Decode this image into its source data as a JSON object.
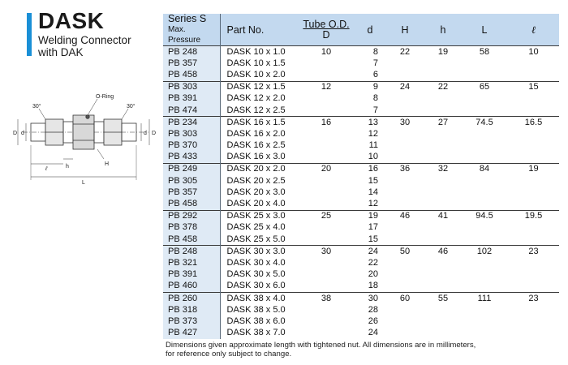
{
  "header": {
    "title": "DASK",
    "subtitle_line1": "Welding Connector",
    "subtitle_line2": "with DAK",
    "accent_color": "#1a8fd6"
  },
  "drawing": {
    "labels": {
      "oring": "O-Ring",
      "angle_left": "30°",
      "angle_right": "30°",
      "D_left": "D",
      "d_left": "d",
      "d_right": "d",
      "D_right": "D",
      "ell": "ℓ",
      "h": "h",
      "H": "H",
      "L": "L"
    }
  },
  "table": {
    "headers": {
      "series": "Series S",
      "series_sub": "Max. Pressure",
      "part": "Part No.",
      "tube_od": "Tube O.D.",
      "tube_od_sub": "D",
      "d": "d",
      "H": "H",
      "h": "h",
      "L": "L",
      "ell": "ℓ"
    },
    "header_bg": "#c3d9ef",
    "series_bg": "#dfeaf5",
    "rows": [
      {
        "series": "PB 248",
        "part": "DASK 10 x 1.0",
        "tod": "10",
        "d": "8",
        "H": "22",
        "h": "19",
        "L": "58",
        "ell": "10",
        "group_start": true
      },
      {
        "series": "PB 357",
        "part": "DASK 10 x 1.5",
        "tod": "",
        "d": "7",
        "H": "",
        "h": "",
        "L": "",
        "ell": ""
      },
      {
        "series": "PB 458",
        "part": "DASK 10 x 2.0",
        "tod": "",
        "d": "6",
        "H": "",
        "h": "",
        "L": "",
        "ell": ""
      },
      {
        "series": "PB 303",
        "part": "DASK 12 x 1.5",
        "tod": "12",
        "d": "9",
        "H": "24",
        "h": "22",
        "L": "65",
        "ell": "15",
        "group_start": true
      },
      {
        "series": "PB 391",
        "part": "DASK 12 x 2.0",
        "tod": "",
        "d": "8",
        "H": "",
        "h": "",
        "L": "",
        "ell": ""
      },
      {
        "series": "PB 474",
        "part": "DASK 12 x 2.5",
        "tod": "",
        "d": "7",
        "H": "",
        "h": "",
        "L": "",
        "ell": ""
      },
      {
        "series": "PB 234",
        "part": "DASK 16 x 1.5",
        "tod": "16",
        "d": "13",
        "H": "30",
        "h": "27",
        "L": "74.5",
        "ell": "16.5",
        "group_start": true
      },
      {
        "series": "PB 303",
        "part": "DASK 16 x 2.0",
        "tod": "",
        "d": "12",
        "H": "",
        "h": "",
        "L": "",
        "ell": ""
      },
      {
        "series": "PB 370",
        "part": "DASK 16 x 2.5",
        "tod": "",
        "d": "11",
        "H": "",
        "h": "",
        "L": "",
        "ell": ""
      },
      {
        "series": "PB 433",
        "part": "DASK 16 x 3.0",
        "tod": "",
        "d": "10",
        "H": "",
        "h": "",
        "L": "",
        "ell": ""
      },
      {
        "series": "PB 249",
        "part": "DASK 20 x 2.0",
        "tod": "20",
        "d": "16",
        "H": "36",
        "h": "32",
        "L": "84",
        "ell": "19",
        "group_start": true
      },
      {
        "series": "PB 305",
        "part": "DASK 20 x 2.5",
        "tod": "",
        "d": "15",
        "H": "",
        "h": "",
        "L": "",
        "ell": ""
      },
      {
        "series": "PB 357",
        "part": "DASK 20 x 3.0",
        "tod": "",
        "d": "14",
        "H": "",
        "h": "",
        "L": "",
        "ell": ""
      },
      {
        "series": "PB 458",
        "part": "DASK 20 x 4.0",
        "tod": "",
        "d": "12",
        "H": "",
        "h": "",
        "L": "",
        "ell": ""
      },
      {
        "series": "PB 292",
        "part": "DASK 25 x 3.0",
        "tod": "25",
        "d": "19",
        "H": "46",
        "h": "41",
        "L": "94.5",
        "ell": "19.5",
        "group_start": true
      },
      {
        "series": "PB 378",
        "part": "DASK 25 x 4.0",
        "tod": "",
        "d": "17",
        "H": "",
        "h": "",
        "L": "",
        "ell": ""
      },
      {
        "series": "PB 458",
        "part": "DASK 25 x 5.0",
        "tod": "",
        "d": "15",
        "H": "",
        "h": "",
        "L": "",
        "ell": ""
      },
      {
        "series": "PB 248",
        "part": "DASK 30 x 3.0",
        "tod": "30",
        "d": "24",
        "H": "50",
        "h": "46",
        "L": "102",
        "ell": "23",
        "group_start": true
      },
      {
        "series": "PB 321",
        "part": "DASK 30 x 4.0",
        "tod": "",
        "d": "22",
        "H": "",
        "h": "",
        "L": "",
        "ell": ""
      },
      {
        "series": "PB 391",
        "part": "DASK 30 x 5.0",
        "tod": "",
        "d": "20",
        "H": "",
        "h": "",
        "L": "",
        "ell": ""
      },
      {
        "series": "PB 460",
        "part": "DASK 30 x 6.0",
        "tod": "",
        "d": "18",
        "H": "",
        "h": "",
        "L": "",
        "ell": ""
      },
      {
        "series": "PB 260",
        "part": "DASK 38 x 4.0",
        "tod": "38",
        "d": "30",
        "H": "60",
        "h": "55",
        "L": "111",
        "ell": "23",
        "group_start": true
      },
      {
        "series": "PB 318",
        "part": "DASK 38 x 5.0",
        "tod": "",
        "d": "28",
        "H": "",
        "h": "",
        "L": "",
        "ell": ""
      },
      {
        "series": "PB 373",
        "part": "DASK 38 x 6.0",
        "tod": "",
        "d": "26",
        "H": "",
        "h": "",
        "L": "",
        "ell": ""
      },
      {
        "series": "PB 427",
        "part": "DASK 38 x 7.0",
        "tod": "",
        "d": "24",
        "H": "",
        "h": "",
        "L": "",
        "ell": ""
      }
    ]
  },
  "footnote": {
    "line1": "Dimensions given approximate length with tightened nut. All dimensions are in millimeters,",
    "line2": "for reference only subject to change."
  }
}
